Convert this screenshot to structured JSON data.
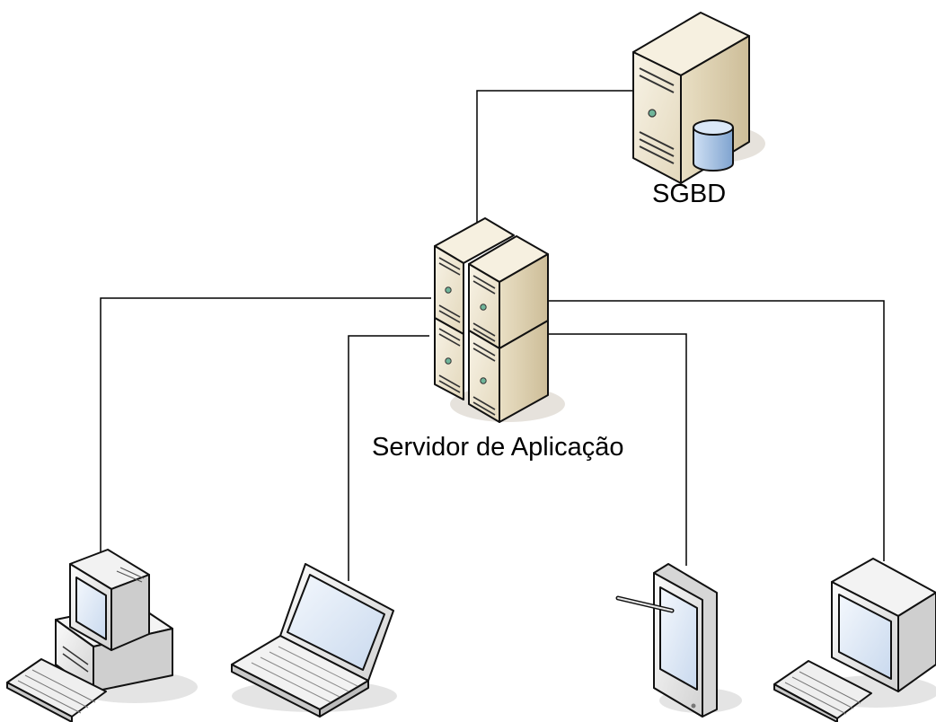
{
  "labels": {
    "sgbd": "SGBD",
    "app_server": "Servidor de Aplicação"
  },
  "nodes": [
    {
      "id": "sgbd",
      "kind": "database-server",
      "label": "SGBD"
    },
    {
      "id": "app_server",
      "kind": "server-cluster",
      "label": "Servidor de Aplicação"
    },
    {
      "id": "desktop_pc",
      "kind": "desktop-computer",
      "label": ""
    },
    {
      "id": "laptop",
      "kind": "laptop",
      "label": ""
    },
    {
      "id": "tablet",
      "kind": "tablet-with-stylus",
      "label": ""
    },
    {
      "id": "workstation",
      "kind": "monitor-computer",
      "label": ""
    }
  ],
  "edges": [
    {
      "from": "app_server",
      "to": "sgbd"
    },
    {
      "from": "app_server",
      "to": "desktop_pc"
    },
    {
      "from": "app_server",
      "to": "laptop"
    },
    {
      "from": "app_server",
      "to": "tablet"
    },
    {
      "from": "app_server",
      "to": "workstation"
    }
  ],
  "colors": {
    "server_body": "#efe7d4",
    "server_side": "#d9ccae",
    "server_outline": "#111111",
    "db_cylinder": "#a9c6e8",
    "screen": "#dfe9f5",
    "device_body": "#e6e6e6",
    "connector": "#000000"
  }
}
